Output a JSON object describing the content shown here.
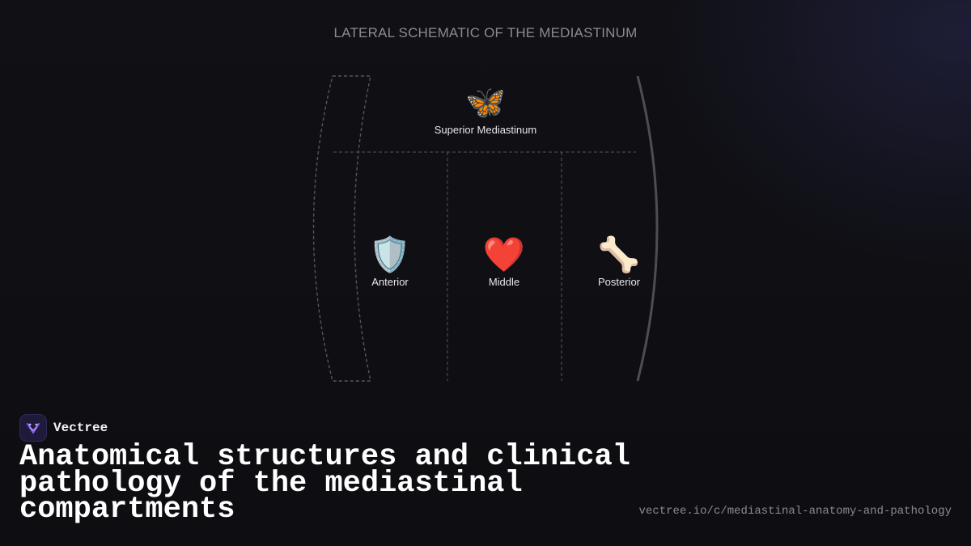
{
  "diagram": {
    "title": "LATERAL SCHEMATIC OF THE MEDIASTINUM",
    "superior": {
      "icon": "butterfly-icon",
      "emoji": "🦋",
      "label": "Superior Mediastinum"
    },
    "compartments": [
      {
        "icon": "shield-icon",
        "emoji": "🛡️",
        "label": "Anterior"
      },
      {
        "icon": "heart-icon",
        "emoji": "❤️",
        "label": "Middle"
      },
      {
        "icon": "bone-icon",
        "emoji": "🦴",
        "label": "Posterior"
      }
    ]
  },
  "brand": {
    "name": "Vectree",
    "logo_color": "#7c4dff"
  },
  "headline": "Anatomical structures and clinical pathology of the mediastinal compartments",
  "source_url": "vectree.io/c/mediastinal-anatomy-and-pathology",
  "colors": {
    "background": "#0f0f13",
    "divider": "#5a5a62",
    "spine": "#4a4a50",
    "title": "#8a8a92"
  }
}
